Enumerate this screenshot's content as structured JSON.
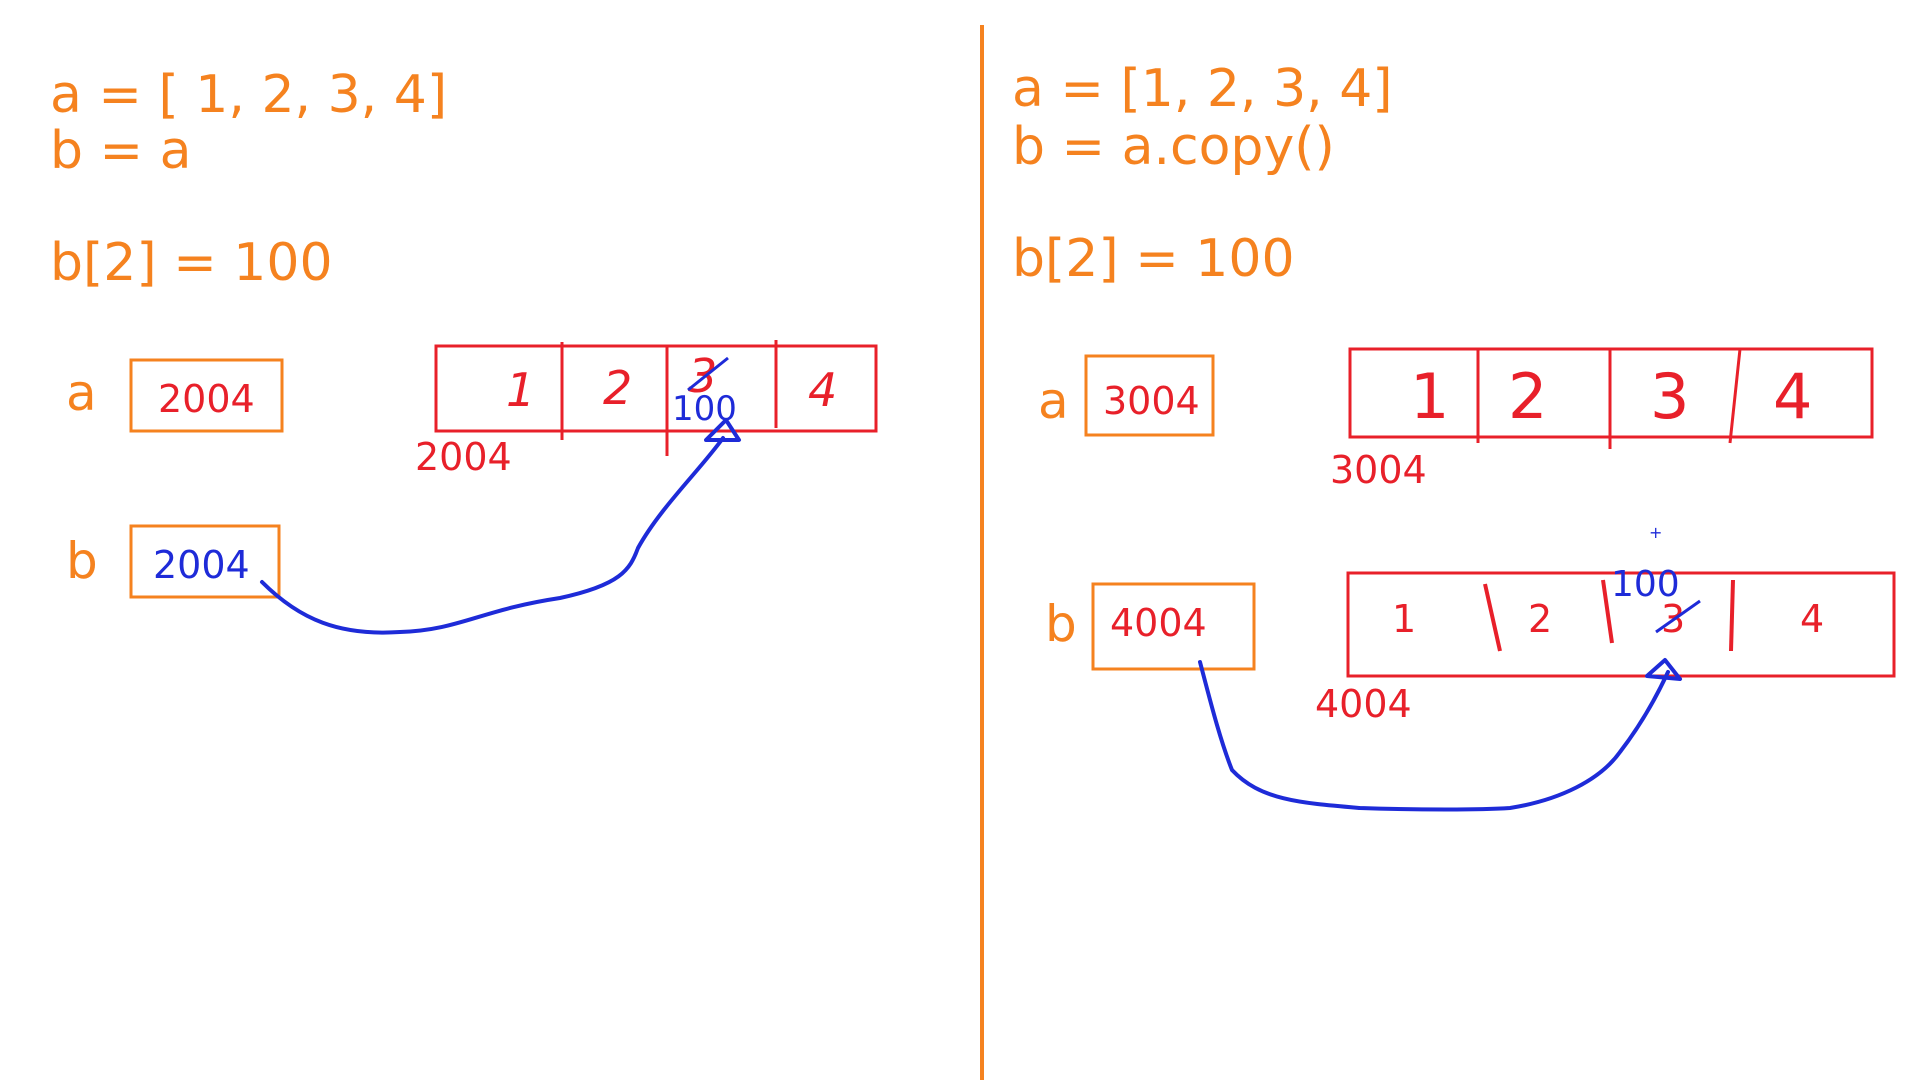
{
  "colors": {
    "orange": "#F5821F",
    "red": "#E8202A",
    "blue": "#1E2BD8",
    "background": "#ffffff"
  },
  "left_panel": {
    "code_line1": "a = [ 1, 2, 3, 4]",
    "code_line2": "b = a",
    "code_line3": "b[2] = 100",
    "var_a_label": "a",
    "var_a_value": "2004",
    "var_b_label": "b",
    "var_b_value": "2004",
    "list_cells": [
      "1",
      "2",
      "3",
      "4"
    ],
    "list_address": "2004",
    "new_value": "100"
  },
  "right_panel": {
    "code_line1": "a = [1, 2, 3, 4]",
    "code_line2": "b = a.copy()",
    "code_line3": "b[2] = 100",
    "var_a_label": "a",
    "var_a_value": "3004",
    "var_b_label": "b",
    "var_b_value": "4004",
    "list_a_cells": [
      "1",
      "2",
      "3",
      "4"
    ],
    "list_a_address": "3004",
    "list_b_cells": [
      "1",
      "2",
      "3",
      "4"
    ],
    "list_b_address": "4004",
    "new_value": "100",
    "stray_mark": "+"
  }
}
